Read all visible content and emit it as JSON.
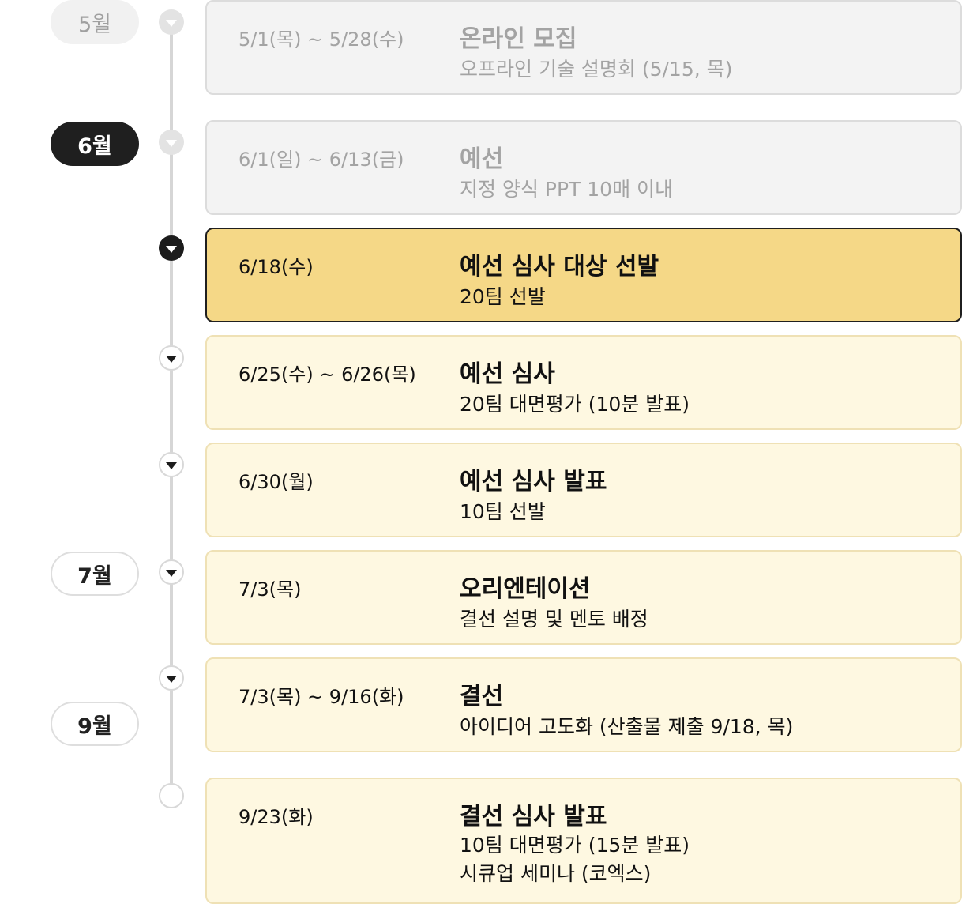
{
  "months": {
    "may": "5월",
    "june": "6월",
    "july": "7월",
    "september": "9월"
  },
  "events": [
    {
      "date": "5/1(목) ~ 5/28(수)",
      "title": "온라인 모집",
      "desc": [
        "오프라인 기술 설명회 (5/15, 목)"
      ],
      "state": "past"
    },
    {
      "date": "6/1(일) ~ 6/13(금)",
      "title": "예선",
      "desc": [
        "지정 양식 PPT 10매 이내"
      ],
      "state": "past"
    },
    {
      "date": "6/18(수)",
      "title": "예선 심사 대상 선발",
      "desc": [
        "20팀 선발"
      ],
      "state": "active"
    },
    {
      "date": "6/25(수) ~ 6/26(목)",
      "title": "예선 심사",
      "desc": [
        "20팀 대면평가 (10분 발표)"
      ],
      "state": "upcoming"
    },
    {
      "date": "6/30(월)",
      "title": "예선 심사 발표",
      "desc": [
        "10팀 선발"
      ],
      "state": "upcoming"
    },
    {
      "date": "7/3(목)",
      "title": "오리엔테이션",
      "desc": [
        "결선 설명 및 멘토 배정"
      ],
      "state": "upcoming"
    },
    {
      "date": "7/3(목) ~ 9/16(화)",
      "title": "결선",
      "desc": [
        "아이디어 고도화 (산출물 제출 9/18, 목)"
      ],
      "state": "upcoming"
    },
    {
      "date": "9/23(화)",
      "title": "결선 심사 발표",
      "desc": [
        "10팀 대면평가 (15분 발표)",
        "시큐업 세미나 (코엑스)"
      ],
      "state": "upcoming"
    }
  ],
  "colors": {
    "active_card": "#f5d887",
    "upcoming_card": "#fef8e1",
    "past_card": "#f3f3f3",
    "dark": "#1f1f1f"
  }
}
